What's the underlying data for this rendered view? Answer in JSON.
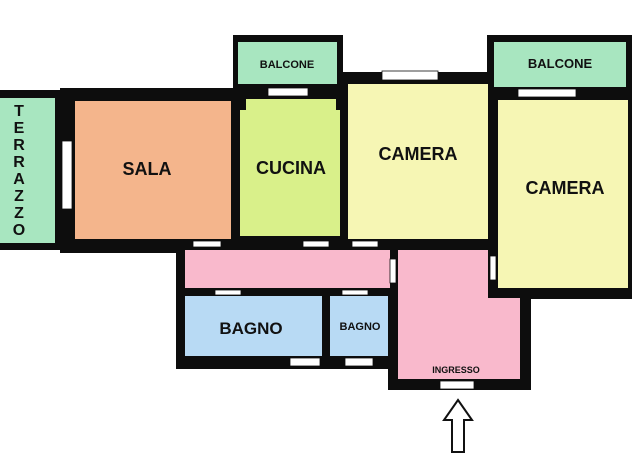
{
  "rooms": {
    "terrazzo": {
      "label": "TERRAZZO",
      "color": "#a8e6c0"
    },
    "sala": {
      "label": "SALA",
      "color": "#f4b58c"
    },
    "cucina": {
      "label": "CUCINA",
      "color": "#d9f08a"
    },
    "camera_1": {
      "label": "CAMERA",
      "color": "#f6f6b4"
    },
    "camera_2": {
      "label": "CAMERA",
      "color": "#f6f6b4"
    },
    "balcone_1": {
      "label": "BALCONE",
      "color": "#a8e6c0"
    },
    "balcone_2": {
      "label": "BALCONE",
      "color": "#a8e6c0"
    },
    "corridoio": {
      "label": "",
      "color": "#f9b9cc"
    },
    "bagno_1": {
      "label": "BAGNO",
      "color": "#b8daf4"
    },
    "bagno_2": {
      "label": "BAGNO",
      "color": "#b8daf4"
    },
    "ingresso": {
      "label": "INGRESSO",
      "color": "#f9b9cc"
    }
  },
  "colors": {
    "wall": "#0d0d0d",
    "window": "#ffffff",
    "arrow_fill": "#ffffff",
    "arrow_stroke": "#111111"
  },
  "icons": {
    "entrance": "up-arrow-icon"
  }
}
